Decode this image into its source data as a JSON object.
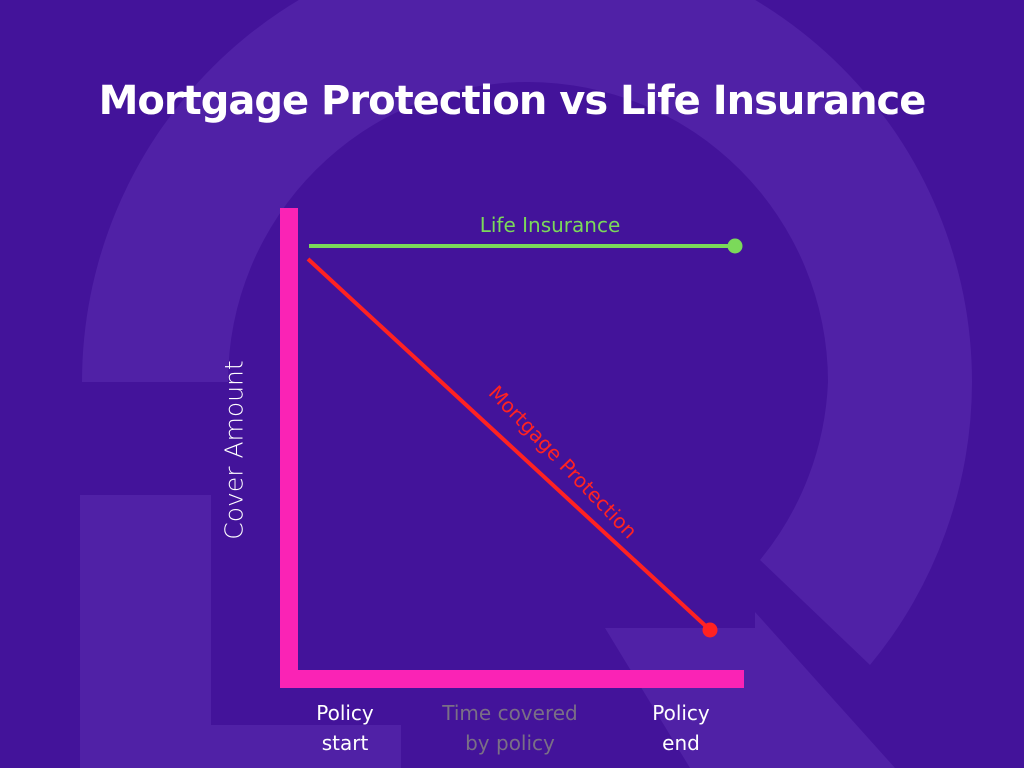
{
  "title": "Mortgage Protection vs Life Insurance",
  "colors": {
    "background": "#43139a",
    "logo_watermark": "#5021a6",
    "axis": "#fa23b5",
    "life_insurance": "#7bd95a",
    "mortgage_protection": "#ff2222",
    "time_label": "#7a6f86",
    "text": "#ffffff"
  },
  "axes": {
    "y_label": "Cover Amount",
    "x_label_start_line1": "Policy",
    "x_label_start_line2": "start",
    "x_label_mid_line1": "Time covered",
    "x_label_mid_line2": "by policy",
    "x_label_end_line1": "Policy",
    "x_label_end_line2": "end"
  },
  "series_labels": {
    "life": "Life Insurance",
    "mortgage": "Mortgage Protection"
  },
  "chart_data": {
    "type": "line",
    "title": "Mortgage Protection vs Life Insurance",
    "xlabel": "Time covered by policy",
    "ylabel": "Cover Amount",
    "x": [
      "Policy start",
      "Policy end"
    ],
    "series": [
      {
        "name": "Life Insurance",
        "values": [
          100,
          100
        ],
        "color": "#7bd95a",
        "note": "constant cover over the policy term"
      },
      {
        "name": "Mortgage Protection",
        "values": [
          97,
          10
        ],
        "color": "#ff2222",
        "note": "cover decreases linearly over the policy term"
      }
    ],
    "ylim": [
      0,
      105
    ],
    "grid": false,
    "legend": "inline labels on lines",
    "tick_labels_numeric": false
  }
}
